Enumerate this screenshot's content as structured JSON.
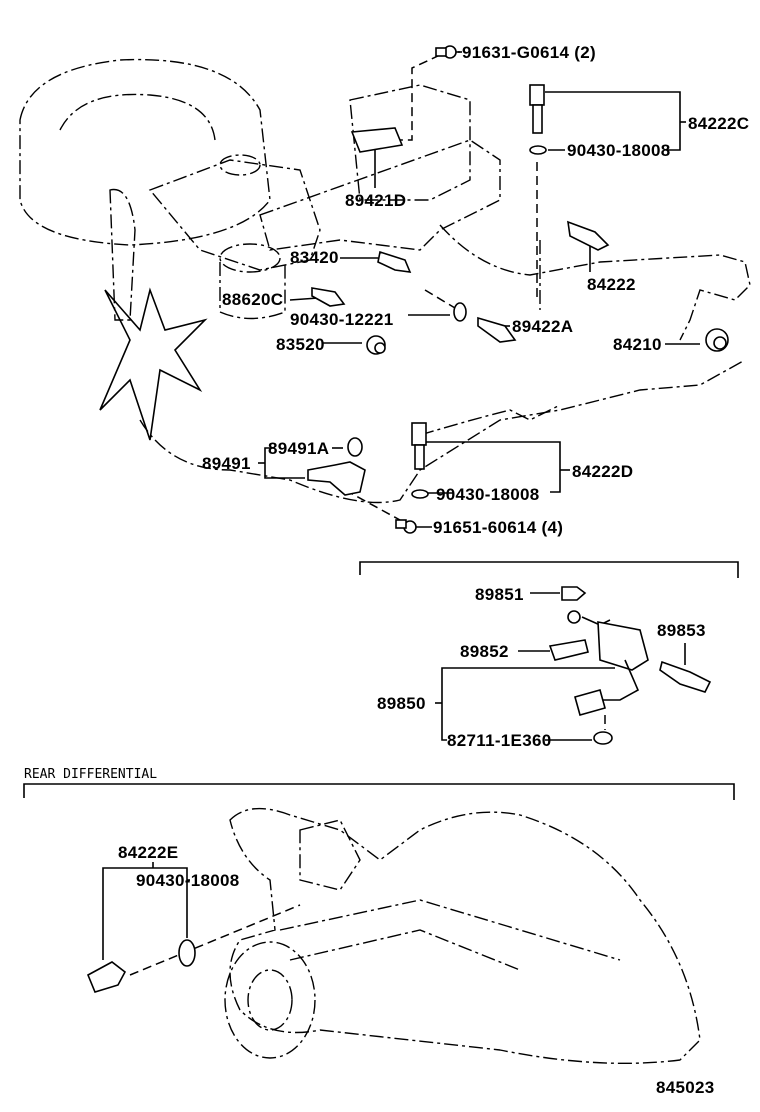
{
  "diagram": {
    "section_rear": "REAR DIFFERENTIAL",
    "figure_number": "845023",
    "labels": {
      "bolt_top": "91631-G0614 (2)",
      "sensor_84222C": "84222C",
      "gasket_top": "90430-18008",
      "sensor_89421D": "89421D",
      "sensor_83420": "83420",
      "sensor_84222": "84222",
      "sensor_88620C": "88620C",
      "gasket_12221": "90430-12221",
      "sensor_89422A": "89422A",
      "sensor_83520": "83520",
      "sensor_84210": "84210",
      "sensor_89491A": "89491A",
      "sensor_89491": "89491",
      "sensor_84222D": "84222D",
      "gasket_mid": "90430-18008",
      "bolt_mid": "91651-60614 (4)",
      "part_89851": "89851",
      "part_89853": "89853",
      "part_89852": "89852",
      "part_89850": "89850",
      "part_82711": "82711-1E360",
      "sensor_84222E": "84222E",
      "gasket_rear": "90430-18008"
    }
  }
}
